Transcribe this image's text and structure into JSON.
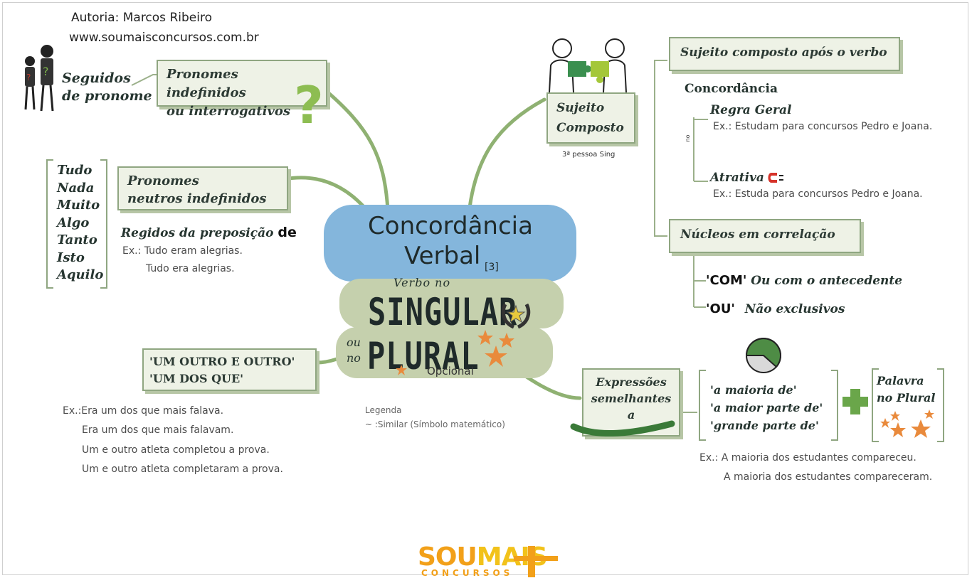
{
  "header": {
    "author": "Autoria: Marcos Ribeiro",
    "site": "www.soumaisconcursos.com.br"
  },
  "center": {
    "title_line1": "Concordância",
    "title_line2": "Verbal",
    "title_ref": "[3]",
    "verb_no": "Verbo no",
    "singular": "SINGULAR",
    "ou_no_1": "ou",
    "ou_no_2": "no",
    "plural": "PLURAL",
    "opcional": "Opcional"
  },
  "legend": {
    "title": "Legenda",
    "item": "~ :Similar (Símbolo matemático)"
  },
  "interrogativos": {
    "side_line1": "Seguidos",
    "side_line2": "de pronome",
    "box_line1": "Pronomes indefinidos",
    "box_line2": "ou interrogativos"
  },
  "neutros": {
    "words": [
      "Tudo",
      "Nada",
      "Muito",
      "Algo",
      "Tanto",
      "Isto",
      "Aquilo"
    ],
    "box_line1": "Pronomes",
    "box_line2": "neutros indefinidos",
    "regidos": "Regidos da preposição",
    "de": "de",
    "ex1": "Ex.: Tudo eram alegrias.",
    "ex2": "Tudo era alegrias."
  },
  "um_outro": {
    "box_line1": "'UM OUTRO E OUTRO'",
    "box_line2": "'UM DOS QUE'",
    "examples": [
      "Ex.:Era um dos que mais falava.",
      "Era um dos que mais falavam.",
      "Um e outro atleta completou a prova.",
      "Um e outro atleta completaram a prova."
    ]
  },
  "sujeito": {
    "box_line1": "Sujeito",
    "box_line2": "Composto",
    "note": "3ª pessoa Sing",
    "apos_verbo": "Sujeito composto  após o verbo",
    "concordancia": "Concordância",
    "ou_label": "ou",
    "regra_geral": "Regra Geral",
    "regra_ex": "Ex.: Estudam para concursos Pedro e Joana.",
    "atrativa": "Atrativa",
    "atrativa_ex": "Ex.: Estuda para concursos Pedro e Joana.",
    "nucleos": "Núcleos em correlação",
    "com": "'COM'",
    "com_text": "Ou com o antecedente",
    "ou": "'OU'",
    "ou_text": "Não exclusivos"
  },
  "expressoes": {
    "box_line1": "Expressões",
    "box_line2": "semelhantes",
    "box_line3": "a",
    "items": [
      "'a maioria de'",
      "'a maior parte de'",
      "'grande parte de'"
    ],
    "palavra_line1": "Palavra",
    "palavra_line2": "no Plural",
    "ex1": "Ex.:  A maioria dos estudantes compareceu.",
    "ex2": "A maioria dos estudantes compareceram."
  },
  "brand": {
    "line1_a": "SOU",
    "line1_b": "MAIS",
    "line2": "CONCURSOS"
  },
  "colors": {
    "box_border": "#8fa681",
    "box_fill": "#eef2e6",
    "title_blue": "#84b6dc",
    "olive": "#c5d0ad",
    "star": "#e98a3c",
    "brand_orange": "#f2a019"
  }
}
